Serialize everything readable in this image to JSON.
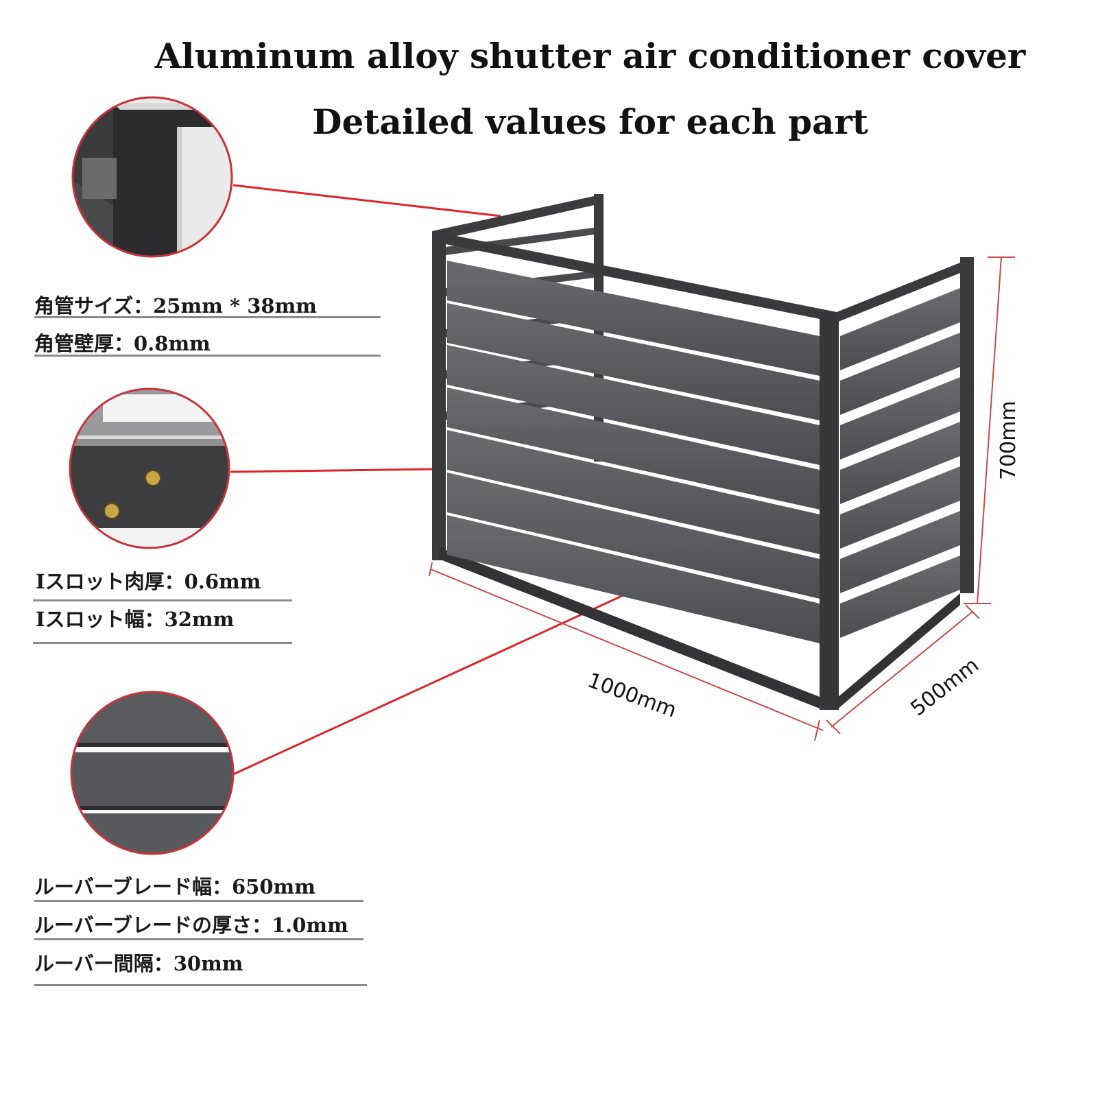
{
  "header": {
    "title": "Aluminum alloy shutter air conditioner cover",
    "subtitle": "Detailed values for each part"
  },
  "specs": {
    "square_tube_size": "角管サイズ：25mm * 38mm",
    "square_tube_wall": "角管壁厚：0.8mm",
    "slot_thickness": "Iスロット肉厚：0.6mm",
    "slot_width": "Iスロット幅：32mm",
    "louver_blade_width": "ルーバーブレード幅：650mm",
    "louver_blade_thickness": "ルーバーブレードの厚さ：1.0mm",
    "louver_spacing": "ルーバー間隔：30mm"
  },
  "dimensions": {
    "height": "700mm",
    "width": "1000mm",
    "depth": "500mm"
  },
  "colors": {
    "leader_line": "#e0242a",
    "frame": "#3c3c3e",
    "louver": "#5a5b5e",
    "circle_border": "#c8323a"
  }
}
